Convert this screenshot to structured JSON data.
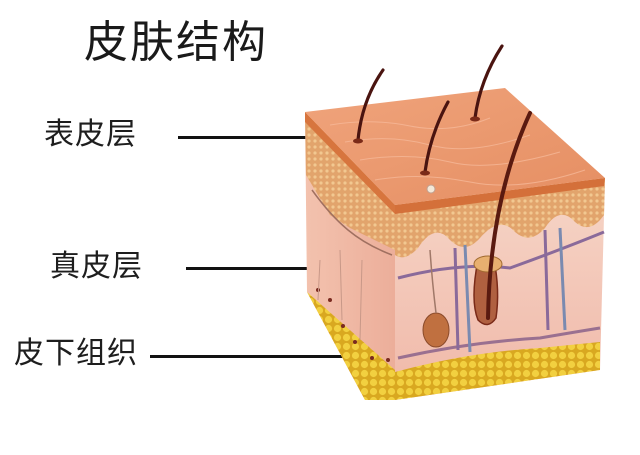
{
  "title": "皮肤结构",
  "labels": [
    {
      "id": "epidermis",
      "text": "表皮层"
    },
    {
      "id": "dermis",
      "text": "真皮层"
    },
    {
      "id": "subcutaneous",
      "text": "皮下组织"
    }
  ],
  "illustration": {
    "subject": "skin-cross-section-cube",
    "layers": [
      "epidermis",
      "dermis",
      "subcutaneous-fat"
    ],
    "colors": {
      "epidermis_top": "#e89a70",
      "epidermis_edge": "#d77a45",
      "granular": "#e0a070",
      "dermis": "#f2c6b6",
      "fat": "#e8c030",
      "hair": "#5a1a10",
      "vessel": "#8a6a9a",
      "leader_line": "#111111"
    },
    "hair_count": 4
  }
}
